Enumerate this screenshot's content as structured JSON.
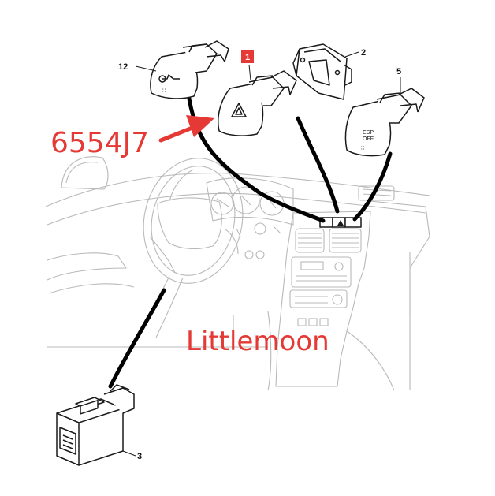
{
  "diagram": {
    "callouts": {
      "part_1": "1",
      "part_2": "2",
      "part_3": "3",
      "part_5": "5",
      "part_12": "12"
    },
    "part_code": "6554J7",
    "watermark": "Littlemoon",
    "esp_button_text": [
      "ESP",
      "OFF"
    ],
    "colors": {
      "highlight_red": "#e53935",
      "line_ink": "#1a1a1a",
      "faint_line": "#b9b9b9"
    }
  }
}
